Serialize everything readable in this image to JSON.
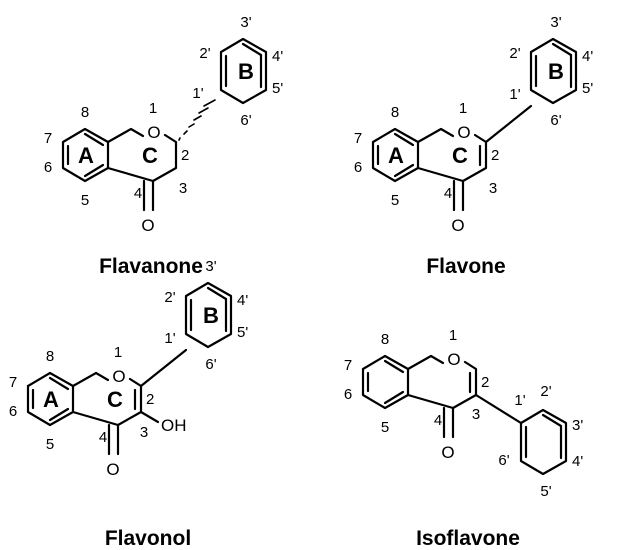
{
  "molecules": {
    "flavanone": {
      "title": "Flavanone",
      "rings": {
        "a": "A",
        "b": "B",
        "c": "C"
      },
      "atoms": {
        "o1": "O",
        "o4": "O"
      },
      "numbers": {
        "n1": "1",
        "n2": "2",
        "n3": "3",
        "n4": "4",
        "n5": "5",
        "n6": "6",
        "n7": "7",
        "n8": "8",
        "n1p": "1'",
        "n2p": "2'",
        "n3p": "3'",
        "n4p": "4'",
        "n5p": "5'",
        "n6p": "6'"
      }
    },
    "flavone": {
      "title": "Flavone",
      "rings": {
        "a": "A",
        "b": "B",
        "c": "C"
      },
      "atoms": {
        "o1": "O",
        "o4": "O"
      },
      "numbers": {
        "n1": "1",
        "n2": "2",
        "n3": "3",
        "n4": "4",
        "n5": "5",
        "n6": "6",
        "n7": "7",
        "n8": "8",
        "n1p": "1'",
        "n2p": "2'",
        "n3p": "3'",
        "n4p": "4'",
        "n5p": "5'",
        "n6p": "6'"
      }
    },
    "flavonol": {
      "title": "Flavonol",
      "rings": {
        "a": "A",
        "b": "B",
        "c": "C"
      },
      "atoms": {
        "o1": "O",
        "o4": "O",
        "oh": "OH"
      },
      "numbers": {
        "n1": "1",
        "n2": "2",
        "n3": "3",
        "n4": "4",
        "n5": "5",
        "n6": "6",
        "n7": "7",
        "n8": "8",
        "n1p": "1'",
        "n2p": "2'",
        "n3p": "3'",
        "n4p": "4'",
        "n5p": "5'",
        "n6p": "6'"
      }
    },
    "isoflavone": {
      "title": "Isoflavone",
      "atoms": {
        "o1": "O",
        "o4": "O"
      },
      "numbers": {
        "n1": "1",
        "n2": "2",
        "n3": "3",
        "n4": "4",
        "n5": "5",
        "n6": "6",
        "n7": "7",
        "n8": "8",
        "n1p": "1'",
        "n2p": "2'",
        "n3p": "3'",
        "n4p": "4'",
        "n5p": "5'",
        "n6p": "6'"
      }
    }
  }
}
